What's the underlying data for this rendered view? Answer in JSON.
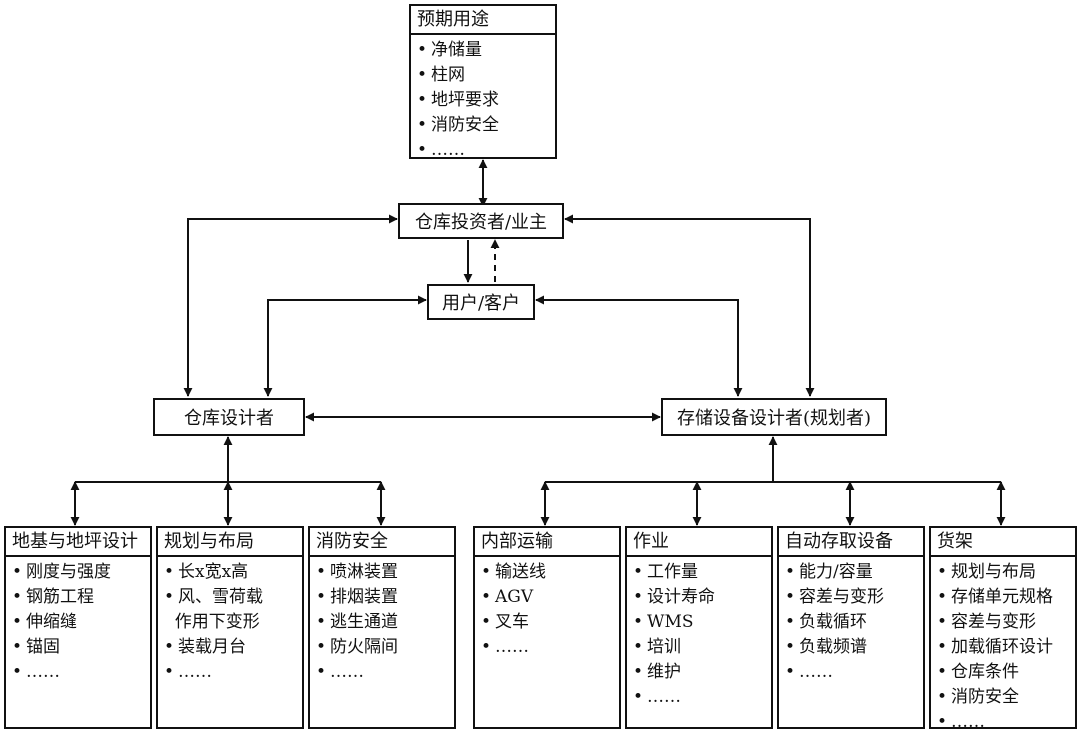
{
  "nodes": {
    "usage": {
      "title": "预期用途",
      "items": [
        "净储量",
        "柱网",
        "地坪要求",
        "消防安全",
        "……"
      ]
    },
    "investor": "仓库投资者/业主",
    "user": "用户/客户",
    "warehouse_designer": "仓库设计者",
    "storage_designer": "存储设备设计者(规划者)"
  },
  "left_panels": [
    {
      "title": "地基与地坪设计",
      "items": [
        "刚度与强度",
        "钢筋工程",
        "伸缩缝",
        "锚固",
        "……"
      ]
    },
    {
      "title": "规划与布局",
      "items": [
        "长x宽x高",
        "风、雪荷载\n作用下变形",
        "装载月台",
        "……"
      ]
    },
    {
      "title": "消防安全",
      "items": [
        "喷淋装置",
        "排烟装置",
        "逃生通道",
        "防火隔间",
        "……"
      ]
    }
  ],
  "right_panels": [
    {
      "title": "内部运输",
      "items": [
        "输送线",
        "AGV",
        "叉车",
        "……"
      ]
    },
    {
      "title": "作业",
      "items": [
        "工作量",
        "设计寿命",
        "WMS",
        "培训",
        "维护",
        "……"
      ]
    },
    {
      "title": "自动存取设备",
      "items": [
        "能力/容量",
        "容差与变形",
        "负载循环",
        "负载频谱",
        "……"
      ]
    },
    {
      "title": "货架",
      "items": [
        "规划与布局",
        "存储单元规格",
        "容差与变形",
        "加载循环设计",
        "仓库条件",
        "消防安全",
        "……"
      ]
    }
  ]
}
